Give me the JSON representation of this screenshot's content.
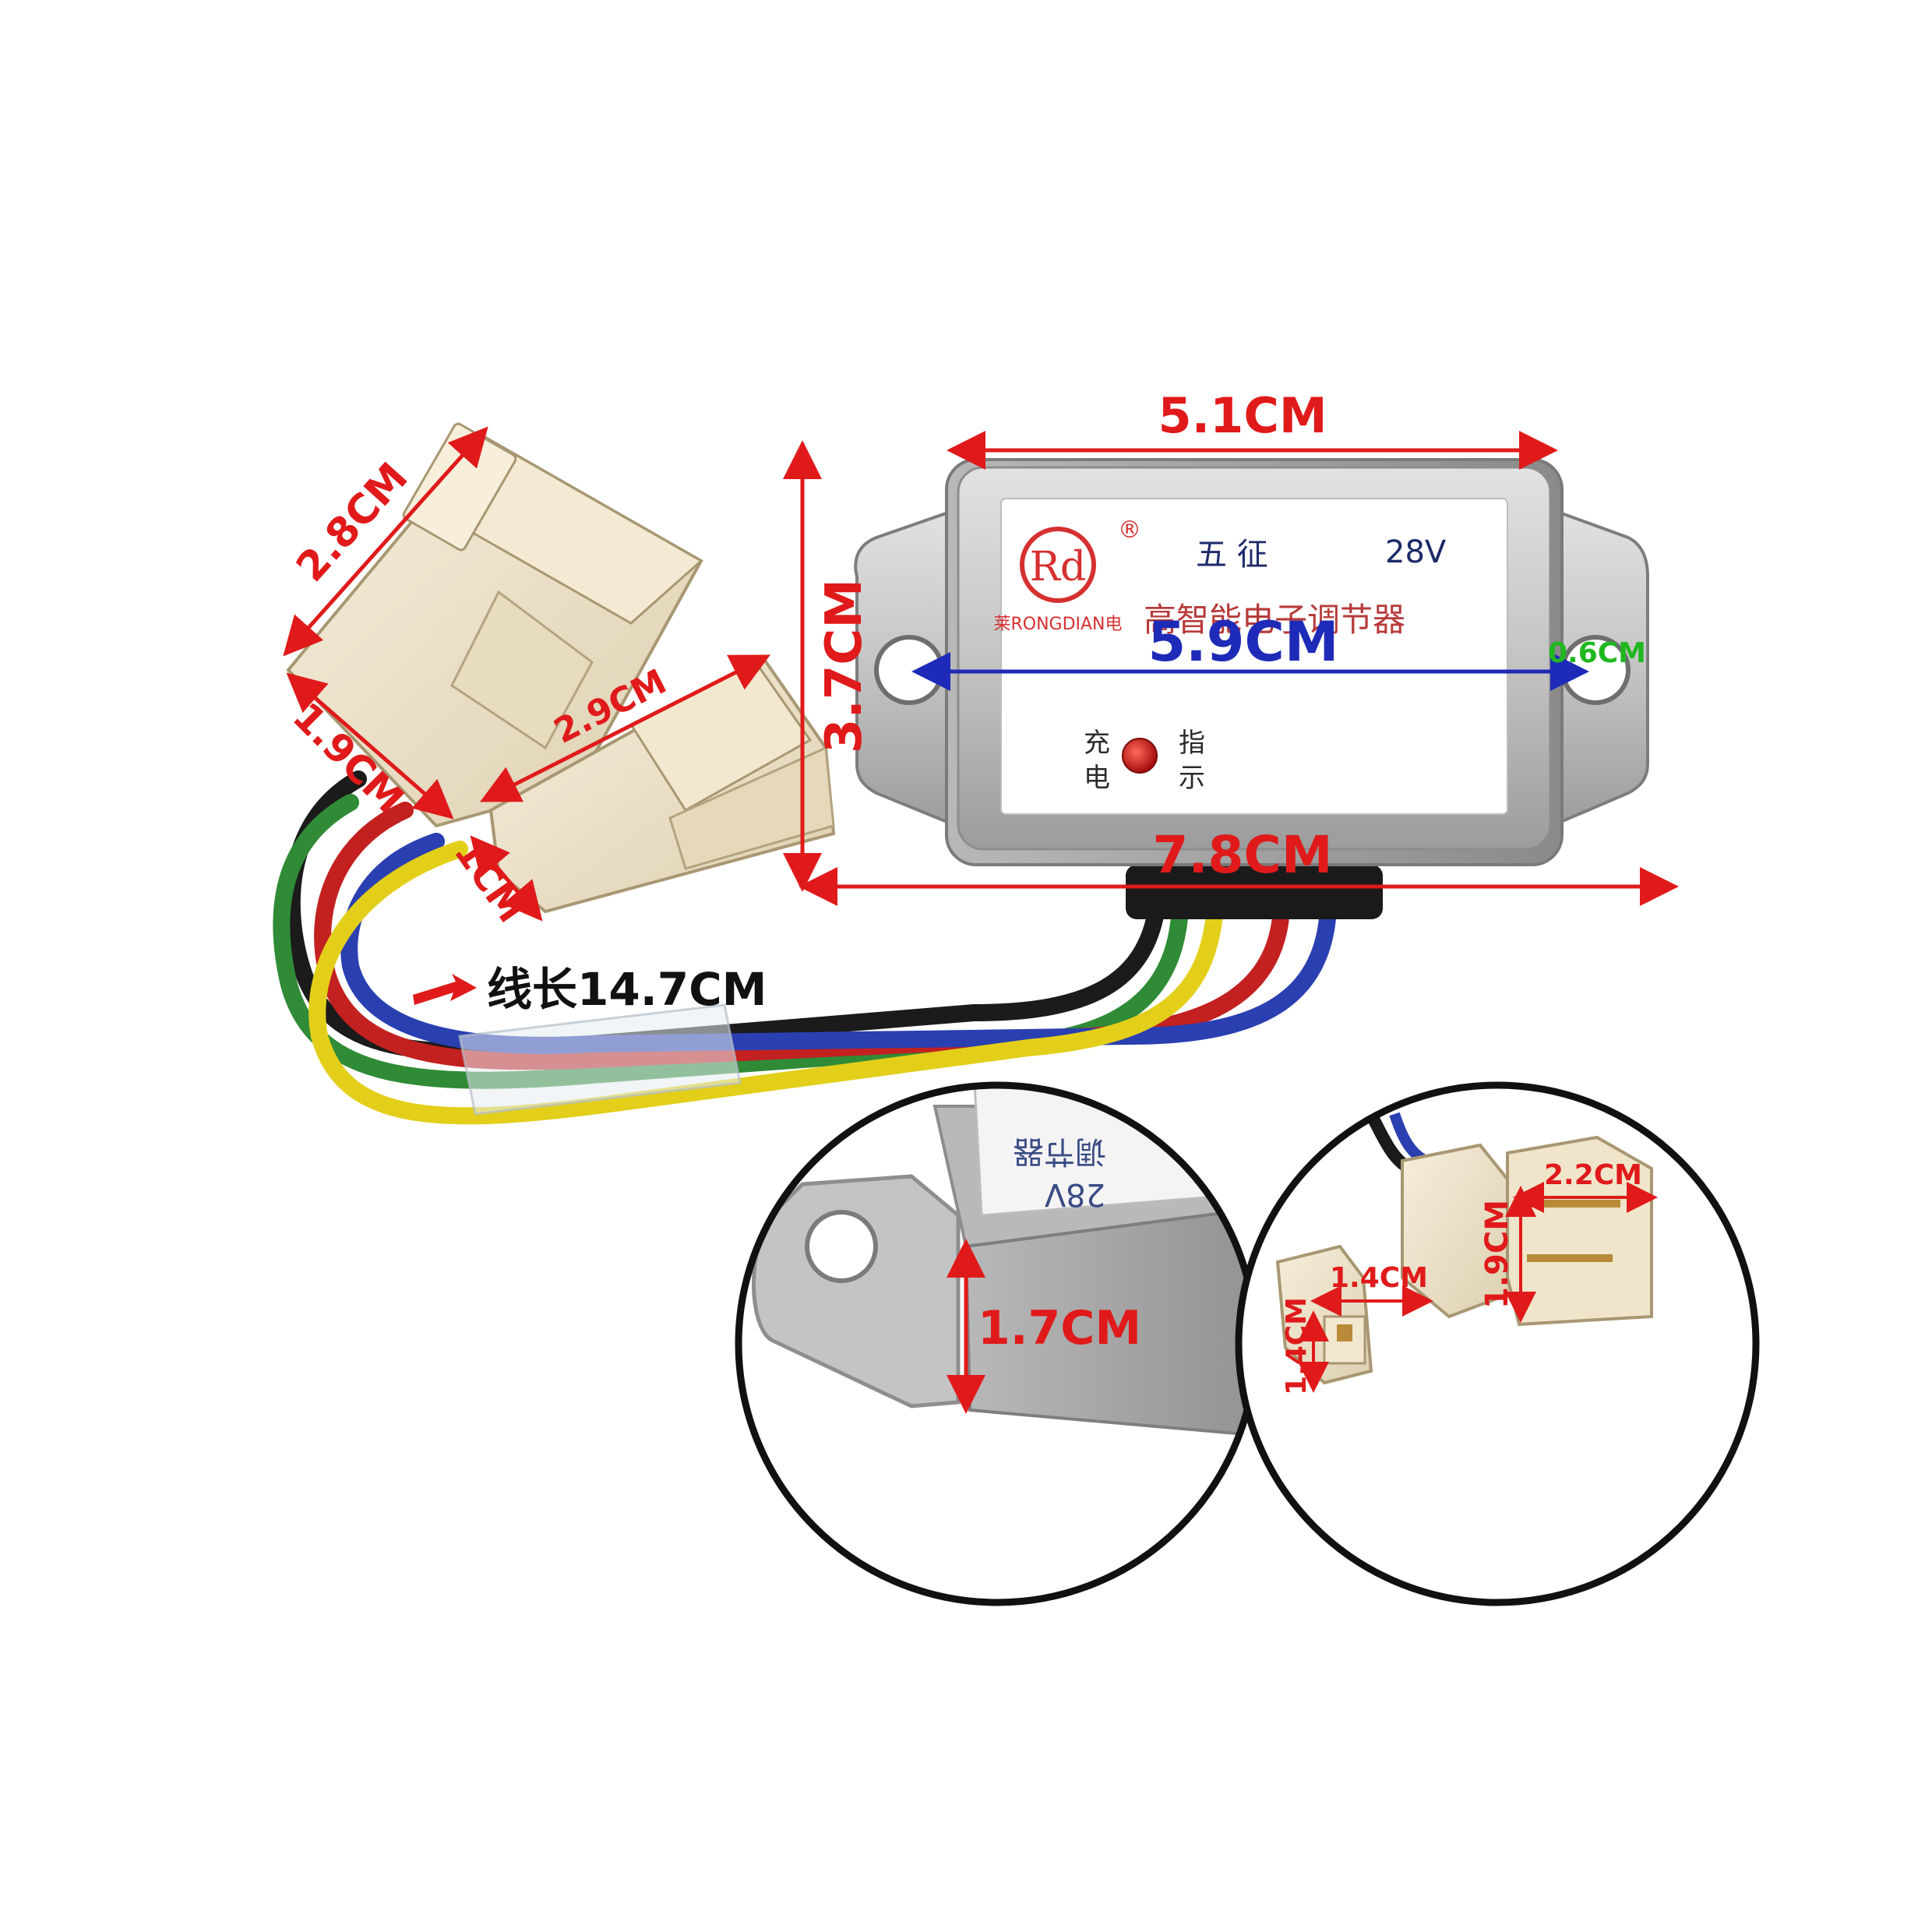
{
  "colors": {
    "dimension_red": "#e01a1a",
    "dimension_blue": "#1e2bb8",
    "dimension_green": "#1fb81f",
    "housing": "#c9c9c9",
    "label_plate": "#ffffff",
    "connector_cream": "#efe3c8",
    "indicator_led": "#c81414"
  },
  "icons": {
    "brand_logo": "rd-circle-logo",
    "led": "indicator-led-icon",
    "pointer": "arrow-right-icon"
  },
  "label": {
    "logo_text": "Rd",
    "registered": "®",
    "brand_line": "莱RONGDIAN电",
    "model": "五 征",
    "voltage": "28V",
    "product_name": "高智能电子调节器",
    "indicator_left_top": "充",
    "indicator_left_bottom": "电",
    "indicator_right_top": "指",
    "indicator_right_bottom": "示"
  },
  "dimensions": {
    "top_width": "5.1CM",
    "height": "3.7CM",
    "hole_spacing": "5.9CM",
    "hole_diameter": "0.6CM",
    "total_length": "7.8CM",
    "big_connector_length": "2.8CM",
    "big_connector_width": "1.9CM",
    "small_connector_length": "2.9CM",
    "small_connector_width": "1CM",
    "wire_length": "线长14.7CM"
  },
  "inset_left": {
    "reversed_label_top": "调节器",
    "reversed_label_voltage": "28V",
    "thickness": "1.7CM"
  },
  "inset_right": {
    "big_plug_width": "2.2CM",
    "big_plug_height": "1.9CM",
    "small_plug_width": "1.4CM",
    "small_plug_height": "1.4CM"
  }
}
